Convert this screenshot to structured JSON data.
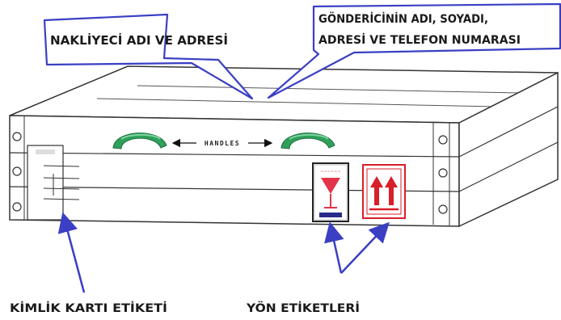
{
  "callouts": {
    "carrier": "NAKLİYECİ ADI VE ADRESİ",
    "sender_line1": "GÖNDERİCİNİN ADI, SOYADI,",
    "sender_line2": "ADRESİ VE TELEFON NUMARASI"
  },
  "box_text": {
    "handles": "HANDLES"
  },
  "bottom_labels": {
    "id_card": "KİMLİK KARTI ETİKETİ",
    "orientation": "YÖN ETİKETLERİ"
  },
  "colors": {
    "callout_border": "#3a3fc4",
    "arrow": "#3a3fc4",
    "handle_green": "#2fa05a",
    "handle_green_light": "#7fd4a0",
    "fragile_red": "#e2354a",
    "up_arrow_red": "#d91e2a",
    "outline": "#333333"
  },
  "icons": {
    "handles": "curved-handle-icon",
    "fragile": "fragile-glass-icon",
    "this_way_up": "this-way-up-icon"
  }
}
